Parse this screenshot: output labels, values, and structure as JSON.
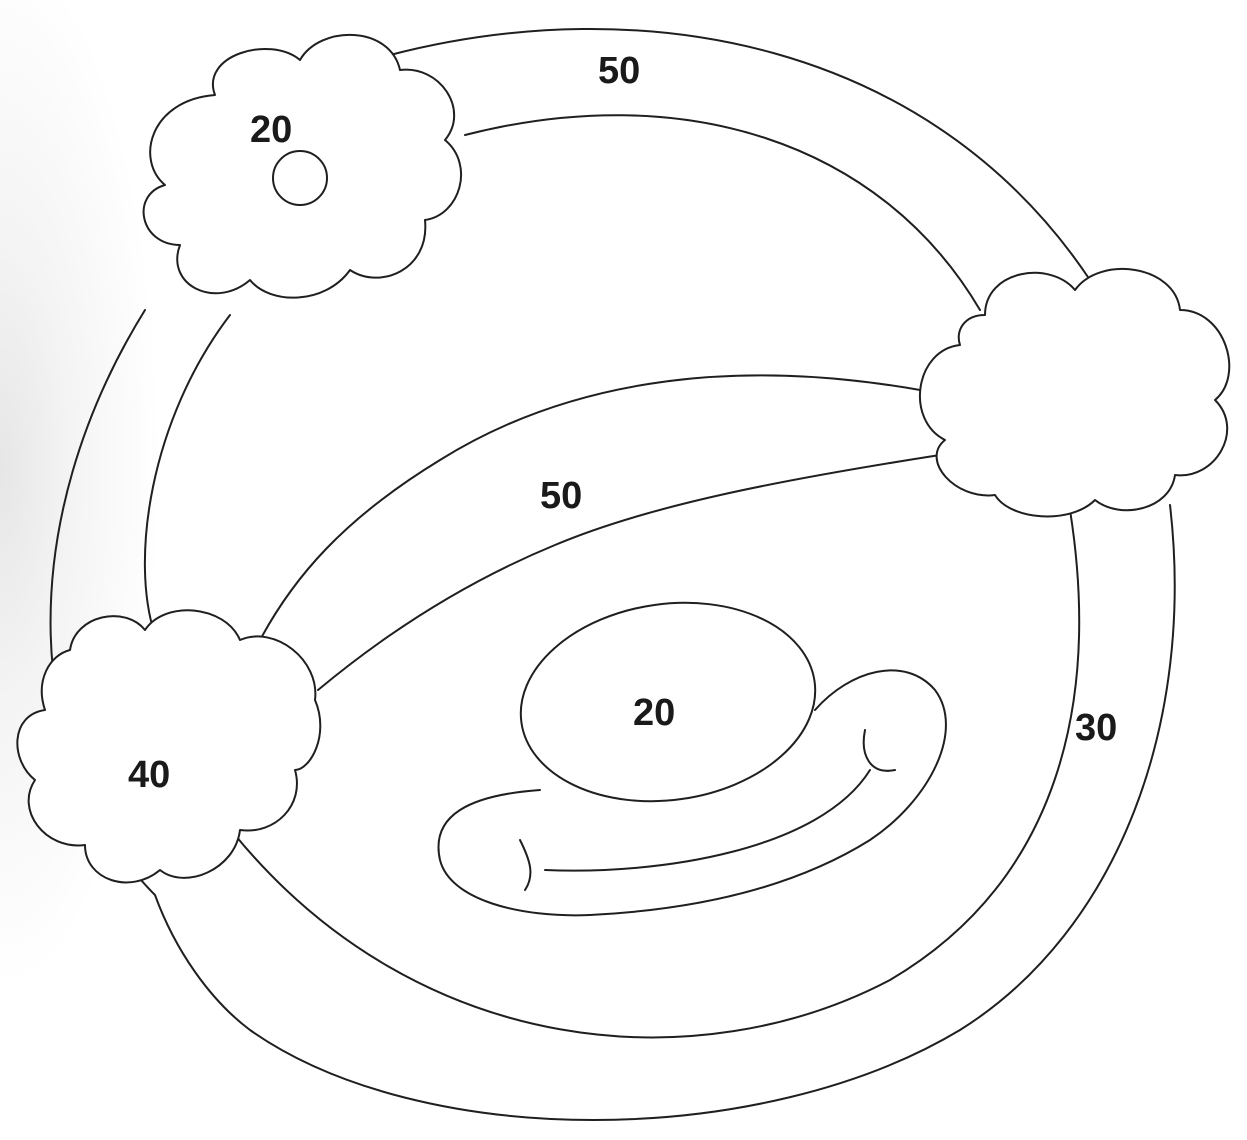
{
  "labels": {
    "outer_band_top": "50",
    "cloud_top_left": "20",
    "middle_band": "50",
    "cloud_left": "40",
    "center_oval": "20",
    "right_band": "30"
  }
}
